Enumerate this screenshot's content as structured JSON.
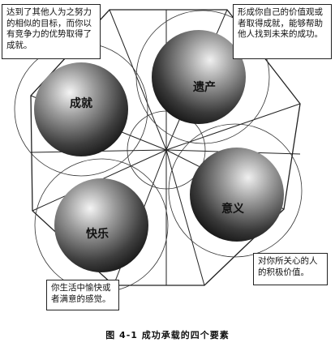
{
  "figure": {
    "caption": "图 4-1    成功承载的四个要素",
    "elements": [
      {
        "label": "成就",
        "description": "达到了其他人为之努力的相似的目标，而你以有竞争力的优势取得了成就。"
      },
      {
        "label": "遗产",
        "description": "形成你自己的价值观或者取得成就，能够帮助他人找到未来的成功。"
      },
      {
        "label": "意义",
        "description": "对你所关心的人的积极价值。"
      },
      {
        "label": "快乐",
        "description": "你生活中愉快或者满意的感觉。"
      }
    ]
  }
}
